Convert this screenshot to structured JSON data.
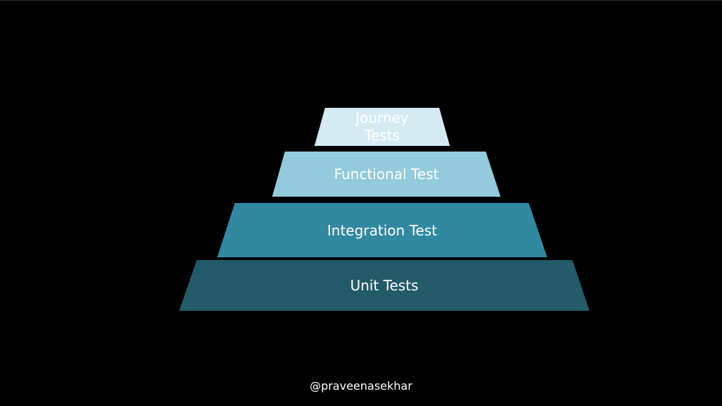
{
  "pyramid": {
    "tiers": [
      {
        "label": "Journey Tests",
        "color": "#d6eaf2"
      },
      {
        "label": "Functional Test",
        "color": "#94cbdc"
      },
      {
        "label": "Integration Test",
        "color": "#3188a0"
      },
      {
        "label": "Unit Tests",
        "color": "#225a68"
      }
    ]
  },
  "footer": {
    "handle": "@praveenasekhar"
  }
}
